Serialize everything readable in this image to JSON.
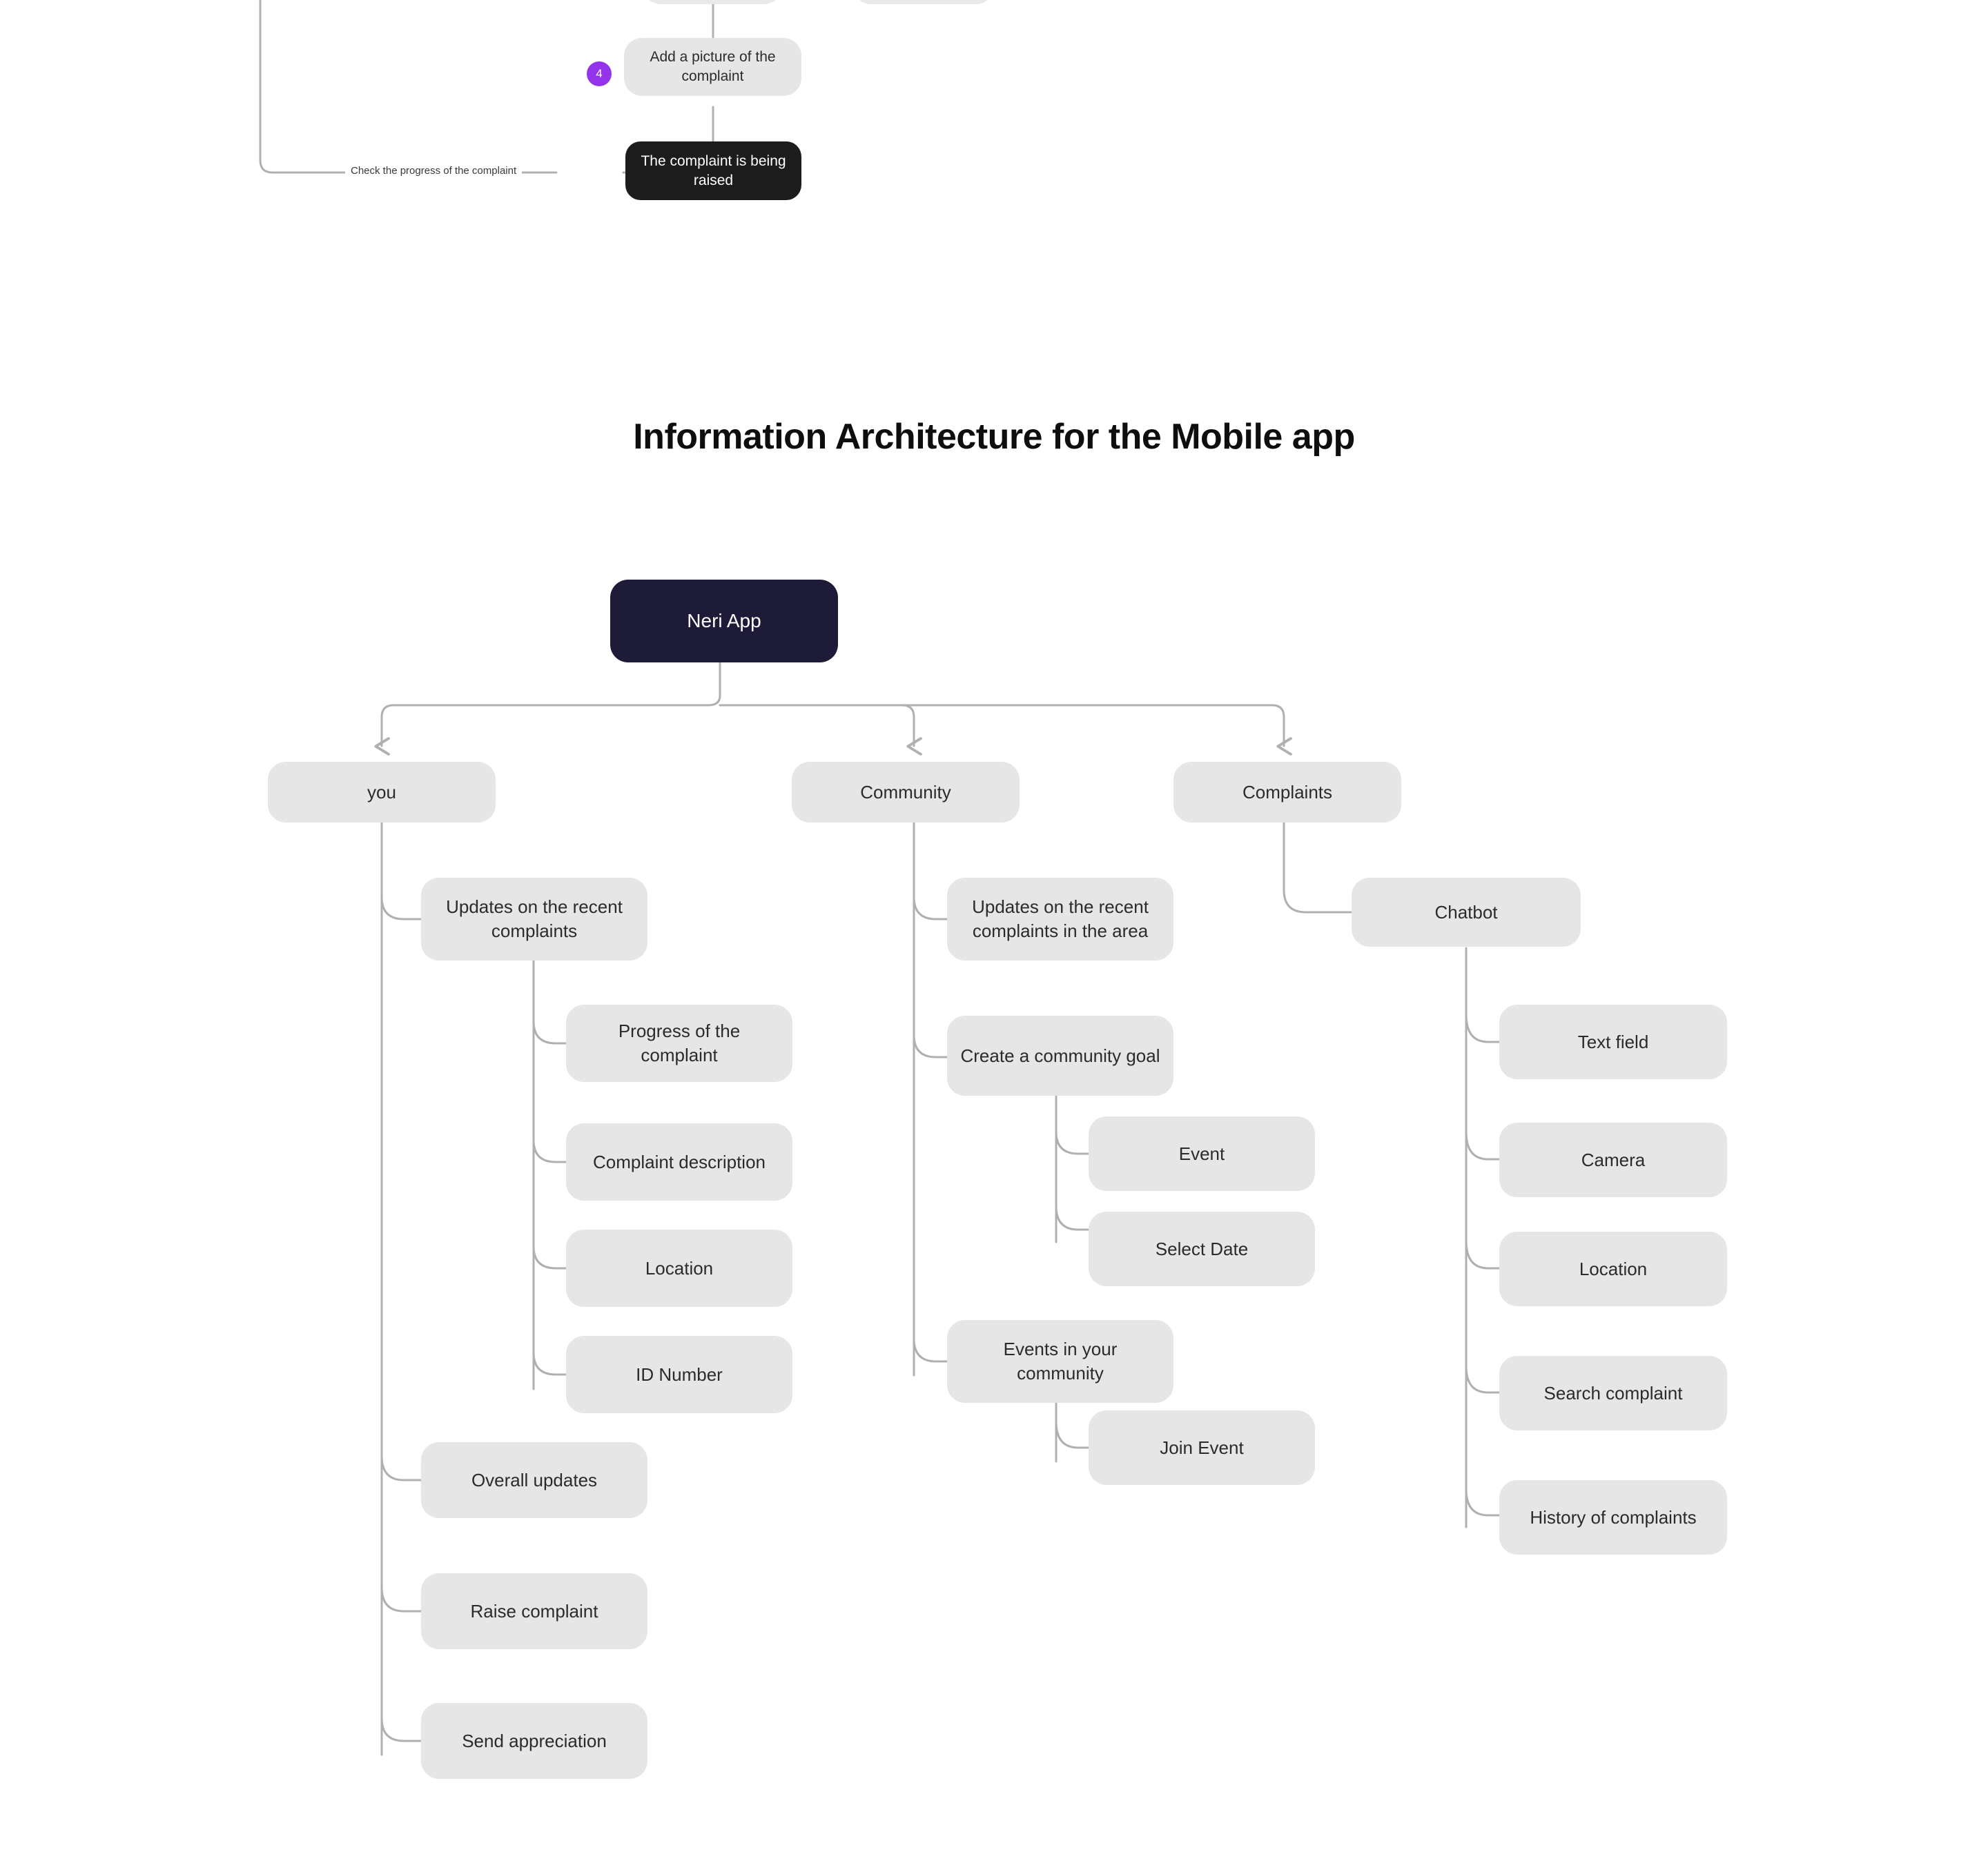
{
  "page": {
    "background_color": "#ffffff",
    "connector_color": "#b0b0b0",
    "node_fill": "#e6e6e6",
    "node_text_color": "#2b2b2b",
    "accent_color": "#9333ea",
    "root_fill": "#1d1b38"
  },
  "top_fragment": {
    "nodes": [
      {
        "id": "frag-a",
        "label": ""
      },
      {
        "id": "frag-b",
        "label": ""
      },
      {
        "id": "add-picture",
        "label": "Add a picture of the complaint"
      },
      {
        "id": "complaint-raised",
        "label": "The complaint is being raised"
      }
    ],
    "badge": {
      "value": "4",
      "color": "#9333ea"
    },
    "edge_label": "Check the progress of the complaint"
  },
  "title": "Information Architecture for the Mobile app",
  "tree": {
    "root": {
      "id": "neri-app",
      "label": "Neri App"
    },
    "branches": [
      {
        "id": "you",
        "label": "you",
        "children": [
          {
            "id": "updates-recent-complaints",
            "label": "Updates on the recent complaints",
            "children": [
              {
                "id": "progress-of-complaint",
                "label": "Progress of the complaint"
              },
              {
                "id": "complaint-description",
                "label": "Complaint description"
              },
              {
                "id": "location-you",
                "label": "Location"
              },
              {
                "id": "id-number",
                "label": "ID Number"
              }
            ]
          },
          {
            "id": "overall-updates",
            "label": "Overall updates",
            "children": []
          },
          {
            "id": "raise-complaint",
            "label": "Raise complaint",
            "children": []
          },
          {
            "id": "send-appreciation",
            "label": "Send appreciation",
            "children": []
          }
        ]
      },
      {
        "id": "community",
        "label": "Community",
        "children": [
          {
            "id": "updates-area",
            "label": "Updates on the recent complaints in the area",
            "children": []
          },
          {
            "id": "create-community-goal",
            "label": "Create a community goal",
            "children": [
              {
                "id": "event",
                "label": "Event"
              },
              {
                "id": "select-date",
                "label": "Select Date"
              }
            ]
          },
          {
            "id": "events-in-community",
            "label": "Events in your community",
            "children": [
              {
                "id": "join-event",
                "label": "Join Event"
              }
            ]
          }
        ]
      },
      {
        "id": "complaints",
        "label": "Complaints",
        "children": [
          {
            "id": "chatbot",
            "label": "Chatbot",
            "children": [
              {
                "id": "text-field",
                "label": "Text field"
              },
              {
                "id": "camera",
                "label": "Camera"
              },
              {
                "id": "location-chatbot",
                "label": "Location"
              },
              {
                "id": "search-complaint",
                "label": "Search complaint"
              },
              {
                "id": "history-of-complaints",
                "label": "History of complaints"
              }
            ]
          }
        ]
      }
    ]
  }
}
